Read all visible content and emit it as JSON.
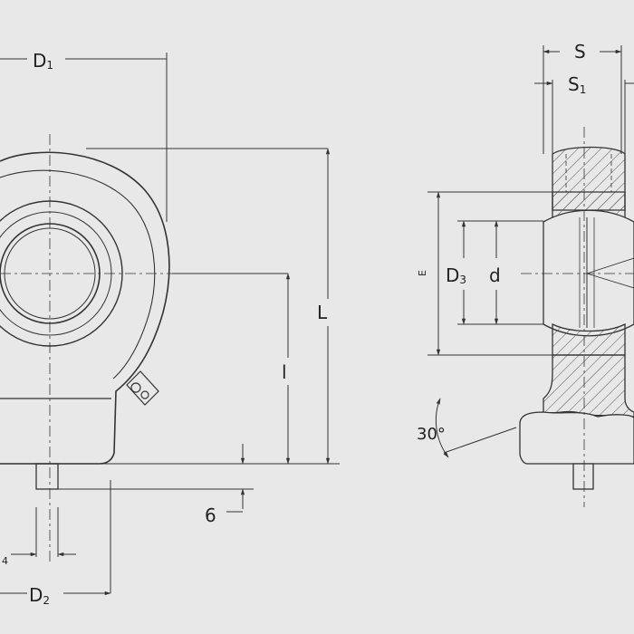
{
  "figure": {
    "background": "#e8e8e8",
    "line_color": "#333333",
    "hatch_color": "#555555"
  },
  "labels": {
    "d1_main": "D",
    "d1_sub": "1",
    "d2_main": "D",
    "d2_sub": "2",
    "d3_main": "D",
    "d3_sub": "3",
    "s": "S",
    "s1_main": "S",
    "s1_sub": "1",
    "l_upper": "L",
    "l_lower": "l",
    "d_lower": "d",
    "e": "E",
    "six": "6",
    "thirty": "30°",
    "four": "4"
  }
}
